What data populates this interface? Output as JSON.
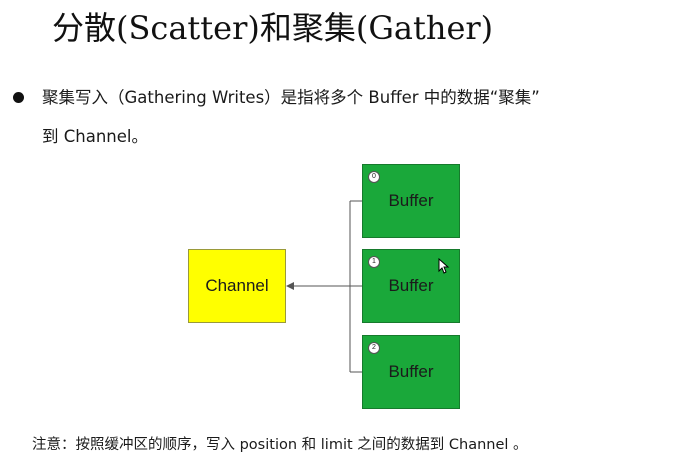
{
  "title": "分散(Scatter)和聚集(Gather)",
  "bullet": {
    "line1": "聚集写入（Gathering Writes）是指将多个 Buffer 中的数据“聚集”",
    "line2": "到 Channel。"
  },
  "diagram": {
    "channel_label": "Channel",
    "buffers": [
      {
        "index": "0",
        "label": "Buffer"
      },
      {
        "index": "1",
        "label": "Buffer"
      },
      {
        "index": "2",
        "label": "Buffer"
      }
    ],
    "colors": {
      "channel_fill": "#ffff00",
      "buffer_fill": "#1aa83a",
      "connector": "#555555"
    }
  },
  "note": "注意：按照缓冲区的顺序，写入 position 和 limit 之间的数据到 Channel 。"
}
